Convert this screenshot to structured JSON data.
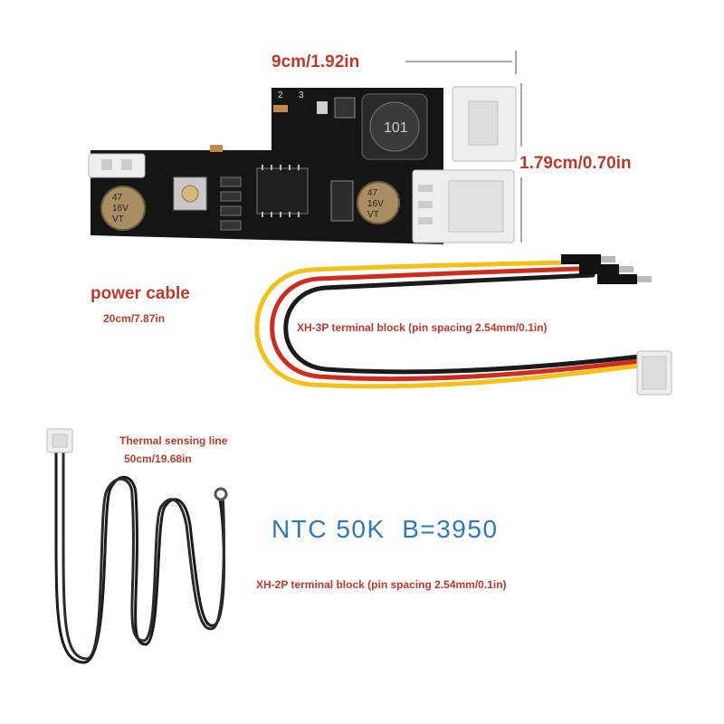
{
  "labels": {
    "board_length": "9cm/1.92in",
    "board_width": "1.79cm/0.70in",
    "power_cable_title": "power cable",
    "power_cable_length": "20cm/7.87in",
    "xh3_terminal": "XH-3P terminal block (pin spacing 2.54mm/0.1in)",
    "thermal_line_title": "Thermal sensing line",
    "thermal_line_length": "50cm/19.68in",
    "ntc_spec": "NTC 50K  B=3950",
    "xh2_terminal": "XH-2P terminal block (pin spacing 2.54mm/0.1in)"
  },
  "board": {
    "capacitor_left_markings": [
      "47",
      "16V",
      "VT"
    ],
    "capacitor_right_markings": [
      "47",
      "16V",
      "VT"
    ],
    "inductor_marking": "101",
    "pin_markings": [
      "2",
      "3"
    ]
  },
  "colors": {
    "label_red": "#c0392b",
    "spec_blue": "#2e7ab8",
    "pcb_black": "#151515",
    "wire_red": "#d02b1f",
    "wire_yellow": "#f2c21b",
    "wire_black": "#1b1b1b",
    "connector_white": "#eeeeee"
  }
}
